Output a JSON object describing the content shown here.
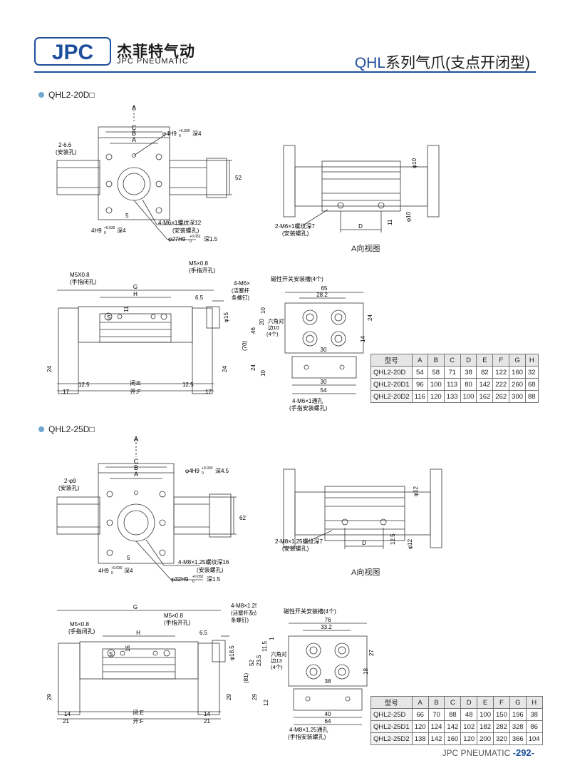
{
  "brand": {
    "logo_text": "JPC",
    "name_cn": "杰菲特气动",
    "name_en": "JPC PNEUMATIC"
  },
  "page_title": {
    "prefix": "QHL",
    "rest": "系列气爪(支点开闭型)"
  },
  "colors": {
    "accent": "#1e4f9c",
    "bullet": "#6fa6cf"
  },
  "sections": [
    {
      "label": "QHL2-20D□",
      "view_caption": "A向视图",
      "front_view": {
        "A": "A",
        "C": "C",
        "B": "B",
        "Aw": "A",
        "hole_left": "2-6.6",
        "hole_left_note": "(安装孔)",
        "top_hole": "φ4H9",
        "top_hole_tol": "+0.030",
        "top_hole_tol2": "0",
        "top_hole_depth": "深4",
        "height": "52",
        "small": "5",
        "bottom_hole": "4H9",
        "bottom_hole_tol": "+0.030",
        "bottom_hole_tol2": "0",
        "bottom_hole_depth": "深4",
        "thread": "4-M6×1螺纹深12",
        "thread_note": "(安装螺孔)",
        "bore": "φ27H9",
        "bore_tol": "+0.052",
        "bore_tol2": "0",
        "bore_depth": "深1.5"
      },
      "side_view": {
        "d_top": "φ10",
        "d_bot": "φ10",
        "thread": "2-M6×1螺纹深7",
        "thread_note": "(安装螺孔)",
        "D": "D",
        "dim": "11"
      },
      "bottom_view": {
        "m5_left": "M5X0.8",
        "m5_left_note": "(手指闭孔)",
        "m5_right": "M5×0.8",
        "m5_right_note": "(手指开孔)",
        "thread_right": "4-M6×1",
        "thread_right_note1": "(活塞杆及齿",
        "thread_right_note2": "条螺钉)",
        "G": "G",
        "H": "H",
        "d65": "6.5",
        "d11": "11",
        "d15": "φ15",
        "d24a": "24",
        "d24b": "24",
        "d17a": "17",
        "d125a": "12.5",
        "d125b": "12.5",
        "d17b": "17",
        "E": "闭:E",
        "F": "开:F",
        "S": "S"
      },
      "end_view": {
        "slot": "磁性开关安装槽(4个)",
        "d65": "65",
        "d282": "28.2",
        "d10": "10",
        "d20": "20",
        "d46": "46",
        "d70": "(70)",
        "d24a": "24",
        "d24b": "24",
        "d14": "14",
        "d10b": "10",
        "hex": "六角对",
        "hex2": "边10",
        "hex3": "(4个)",
        "d30a": "30",
        "d30b": "30",
        "d54": "54",
        "thread": "4-M6×1通孔",
        "thread_note": "(手指安装螺孔)"
      },
      "table": {
        "headers": [
          "型号",
          "A",
          "B",
          "C",
          "D",
          "E",
          "F",
          "G",
          "H"
        ],
        "rows": [
          [
            "QHL2-20D",
            "54",
            "58",
            "71",
            "38",
            "82",
            "122",
            "160",
            "32"
          ],
          [
            "QHL2-20D1",
            "96",
            "100",
            "113",
            "80",
            "142",
            "222",
            "260",
            "68"
          ],
          [
            "QHL2-20D2",
            "116",
            "120",
            "133",
            "100",
            "162",
            "262",
            "300",
            "88"
          ]
        ]
      }
    },
    {
      "label": "QHL2-25D□",
      "view_caption": "A向视图",
      "front_view": {
        "A": "A",
        "C": "C",
        "B": "B",
        "Aw": "A",
        "hole_left": "2-φ9",
        "hole_left_note": "(安装孔)",
        "top_hole": "φ4H9",
        "top_hole_tol": "+0.030",
        "top_hole_tol2": "0",
        "top_hole_depth": "深4.5",
        "height": "62",
        "small": "5",
        "bottom_hole": "4H9",
        "bottom_hole_tol": "+0.030",
        "bottom_hole_tol2": "0",
        "bottom_hole_depth": "深4",
        "thread": "4-M8×1.25螺纹深16",
        "thread_note": "(安装螺孔)",
        "bore": "φ32H9",
        "bore_tol": "+0.052",
        "bore_tol2": "0",
        "bore_depth": "深1.5"
      },
      "side_view": {
        "d_top": "φ12",
        "d_bot": "φ12",
        "thread": "2-M8×1.25螺纹深7",
        "thread_note": "(安装螺孔)",
        "D": "D",
        "dim": "12.5"
      },
      "bottom_view": {
        "m5_left": "M5×0.8",
        "m5_left_note": "(手指闭孔)",
        "m5_right": "M5×0.8",
        "m5_right_note": "(手指开孔)",
        "thread_right": "4-M8×1.25",
        "thread_right_note1": "(活塞杆及齿",
        "thread_right_note2": "条螺钉)",
        "G": "G",
        "H": "H",
        "d65": "6.5",
        "d16": "16",
        "d185": "φ18.5",
        "d29a": "29",
        "d29b": "29",
        "d14a": "14",
        "d21a": "21",
        "d14b": "14",
        "d21b": "21",
        "E": "闭:E",
        "F": "开:F",
        "S": "S"
      },
      "end_view": {
        "slot": "磁性开关安装槽(4个)",
        "d76": "76",
        "d332": "33.2",
        "d1": "1",
        "d115": "11.5",
        "d235": "23.5",
        "d52": "52",
        "d81": "(81)",
        "d29": "29",
        "d12": "12",
        "d27": "27",
        "d18": "18",
        "hex": "六角对",
        "hex2": "边13",
        "hex3": "(4个)",
        "d38": "38",
        "d40": "40",
        "d64": "64",
        "thread": "4-M8×1.25通孔",
        "thread_note": "(手指安装螺孔)"
      },
      "table": {
        "headers": [
          "型号",
          "A",
          "B",
          "C",
          "D",
          "E",
          "F",
          "G",
          "H"
        ],
        "rows": [
          [
            "QHL2-25D",
            "66",
            "70",
            "88",
            "48",
            "100",
            "150",
            "196",
            "38"
          ],
          [
            "QHL2-25D1",
            "120",
            "124",
            "142",
            "102",
            "182",
            "282",
            "328",
            "86"
          ],
          [
            "QHL2-25D2",
            "138",
            "142",
            "160",
            "120",
            "200",
            "320",
            "366",
            "104"
          ]
        ]
      }
    }
  ],
  "footer": {
    "brand": "JPC PNEUMATIC",
    "page": "-292-"
  }
}
